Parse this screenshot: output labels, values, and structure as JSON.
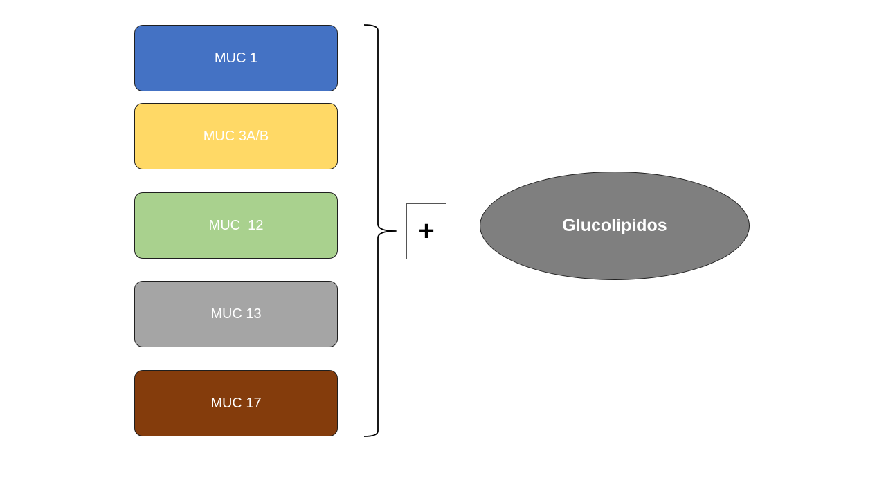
{
  "boxes": [
    {
      "label": "MUC 1",
      "color": "#4472c4"
    },
    {
      "label": "MUC 3A/B",
      "color": "#ffd966"
    },
    {
      "label": "MUC  12",
      "color": "#a9d18e"
    },
    {
      "label": "MUC 13",
      "color": "#a5a5a5"
    },
    {
      "label": "MUC 17",
      "color": "#843c0c"
    }
  ],
  "operator": "+",
  "result": {
    "label": "Glucolipidos",
    "color": "#7f7f7f"
  }
}
